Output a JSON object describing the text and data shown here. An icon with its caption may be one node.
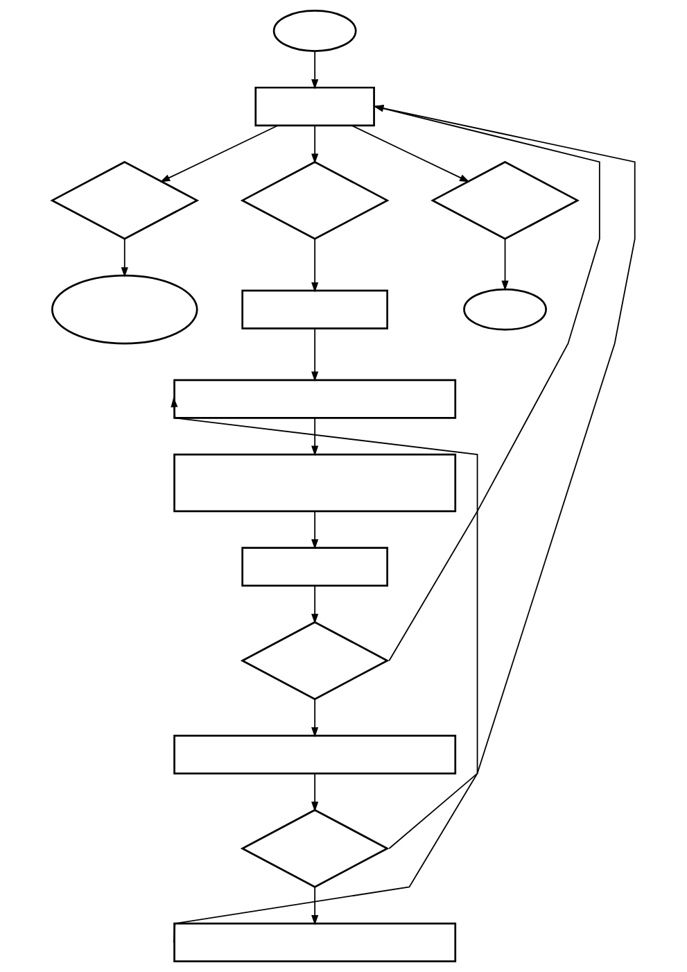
{
  "diagram": {
    "nodes": [
      {
        "text": [],
        "shape": "ellipse"
      },
      {
        "text": [],
        "shape": "box"
      },
      {
        "text": [],
        "shape": "diamond"
      },
      {
        "text": [],
        "shape": "diamond"
      },
      {
        "text": [],
        "shape": "diamond"
      },
      {
        "text": [],
        "shape": "ellipse"
      },
      {
        "text": [],
        "shape": "ellipse"
      },
      {
        "text": [],
        "shape": "box"
      },
      {
        "text": [],
        "shape": "box"
      },
      {
        "text": [],
        "shape": "box"
      },
      {
        "text": [],
        "shape": "box"
      },
      {
        "text": [],
        "shape": "diamond"
      },
      {
        "text": [],
        "shape": "box"
      },
      {
        "text": [],
        "shape": "diamond"
      },
      {
        "text": [],
        "shape": "box"
      }
    ],
    "edges": [
      {
        "from": 0,
        "to": 1,
        "arrow": "to"
      },
      {
        "from": 1,
        "to": 2,
        "arrow": "to"
      },
      {
        "from": 1,
        "to": 3,
        "arrow": "to"
      },
      {
        "from": 1,
        "to": 4,
        "arrow": "to"
      },
      {
        "from": 2,
        "to": 5,
        "arrow": "to"
      },
      {
        "from": 4,
        "to": 6,
        "arrow": "to"
      },
      {
        "from": 3,
        "to": 7,
        "arrow": "to"
      },
      {
        "from": 7,
        "to": 8,
        "arrow": "to"
      },
      {
        "from": 8,
        "to": 9,
        "arrow": "to"
      },
      {
        "from": 9,
        "to": 10,
        "arrow": "to"
      },
      {
        "from": 10,
        "to": 11,
        "arrow": "to"
      },
      {
        "from": 11,
        "to": 12,
        "arrow": "to"
      },
      {
        "from": 12,
        "to": 13,
        "arrow": "to"
      },
      {
        "from": 13,
        "to": 14,
        "arrow": "to"
      },
      {
        "from": 11,
        "to": 1,
        "arrow": "to"
      },
      {
        "from": 13,
        "to": 1,
        "arrow": "to"
      },
      {
        "from": 14,
        "to": 8,
        "arrow": "to"
      }
    ]
  }
}
